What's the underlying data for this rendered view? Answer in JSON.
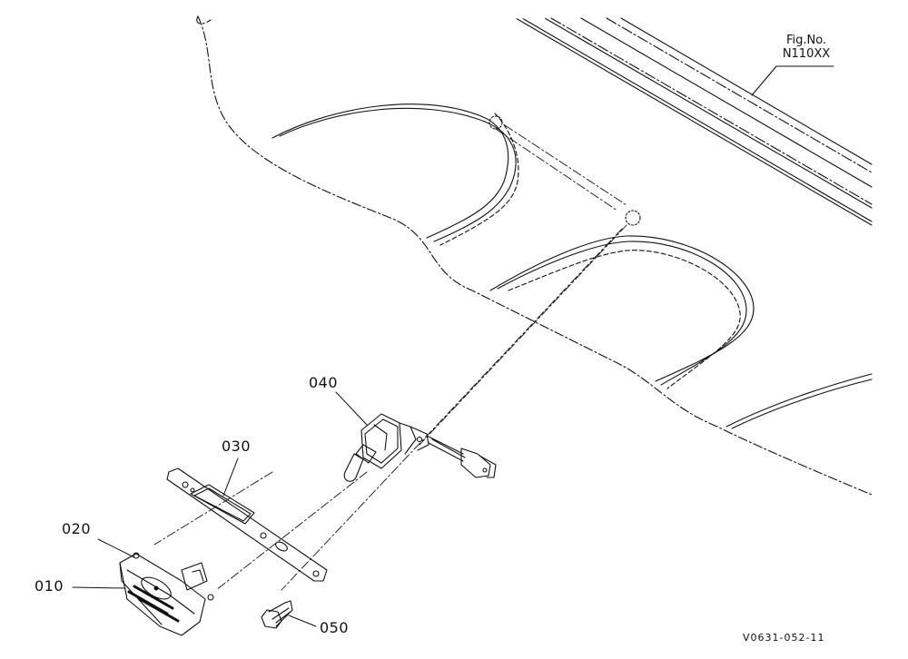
{
  "figure": {
    "fig_label": "Fig.No.",
    "fig_number": "N110XX"
  },
  "parts": [
    {
      "id": "p010",
      "label": "010"
    },
    {
      "id": "p020",
      "label": "020"
    },
    {
      "id": "p030",
      "label": "030"
    },
    {
      "id": "p040",
      "label": "040"
    },
    {
      "id": "p050",
      "label": "050"
    }
  ],
  "drawing_code": "V0631-052-11"
}
